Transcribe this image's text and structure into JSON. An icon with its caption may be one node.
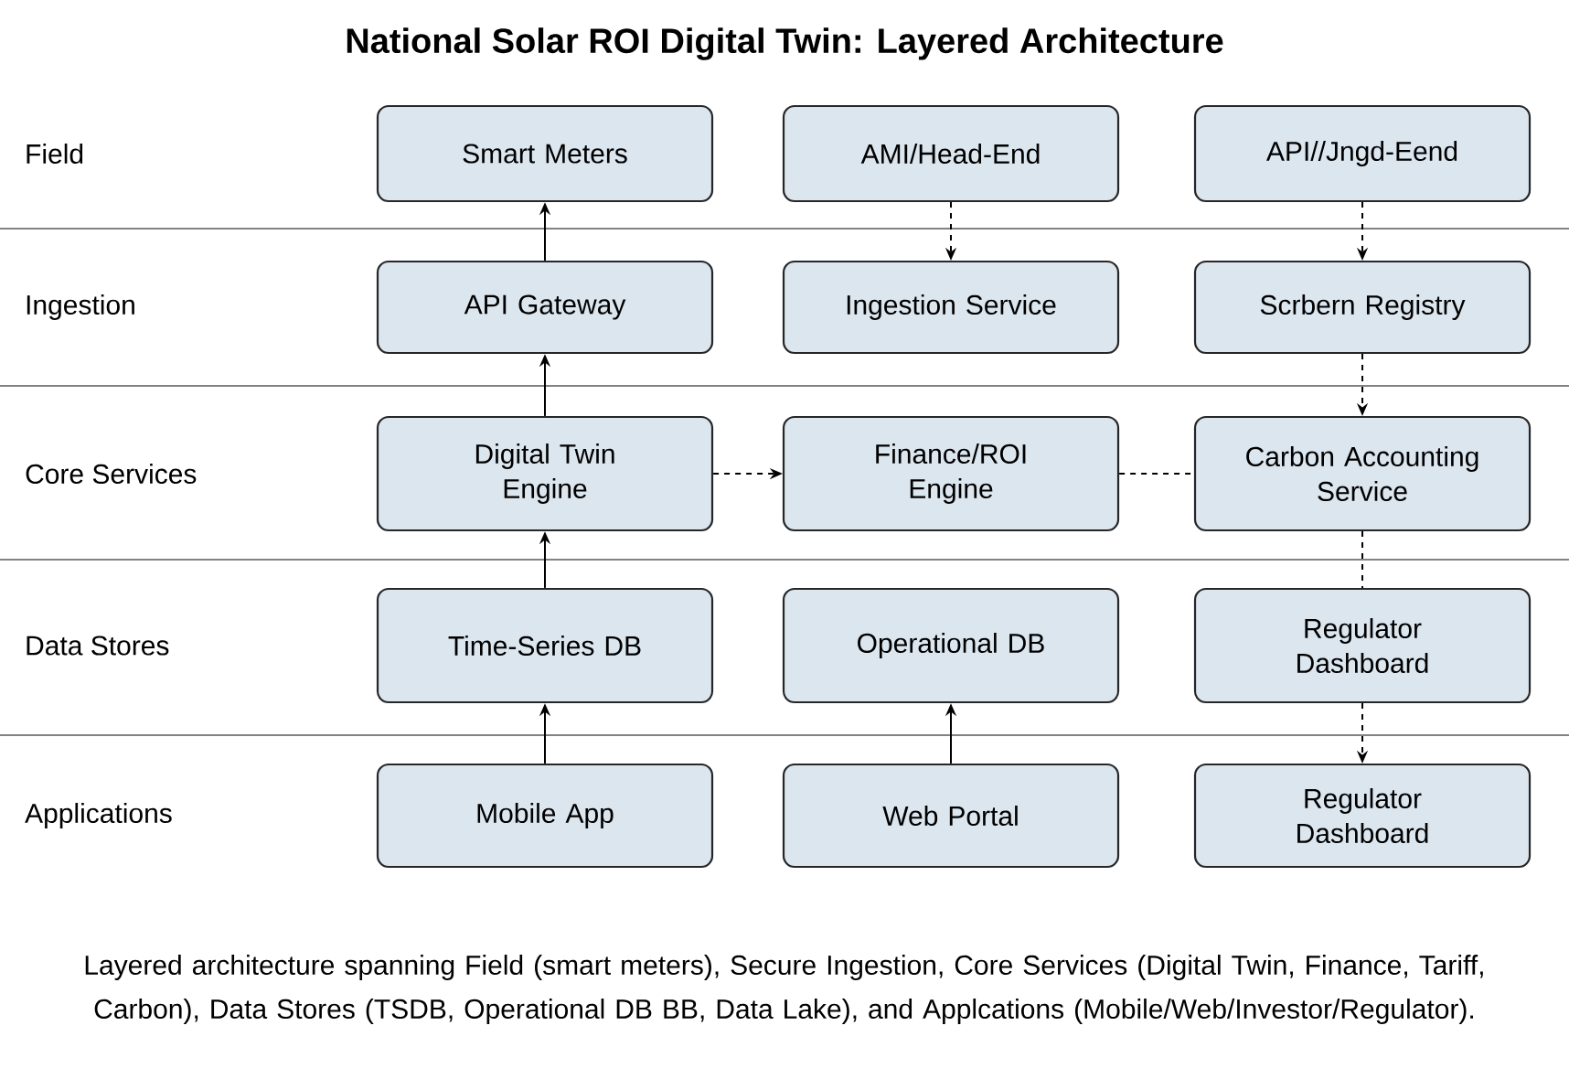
{
  "diagram": {
    "title": "National Solar ROI Digital Twin: Layered Architecture",
    "caption": "Layered architecture spanning Field (smart meters), Secure Ingestion, Core Services (Digital Twin, Finance, Tariff, Carbon), Data Stores (TSDB, Operational DB BB, Data Lake), and Applcations (Mobile/Web/Investor/Regulator).",
    "nodes": [
      {
        "text": [
          "Smart Meters"
        ]
      },
      {
        "text": [
          "AMI/Head-End"
        ]
      },
      {
        "text": [
          "API//Jngd-Eend"
        ]
      },
      {
        "text": [
          "API Gateway"
        ]
      },
      {
        "text": [
          "Ingestion Service"
        ]
      },
      {
        "text": [
          "Scrbern Registry"
        ]
      },
      {
        "text": [
          "Digital Twin Engine"
        ]
      },
      {
        "text": [
          "Finance/ROI Engine"
        ]
      },
      {
        "text": [
          "Carbon Accounting Service"
        ]
      },
      {
        "text": [
          "Time-Series DB"
        ]
      },
      {
        "text": [
          "Operational DB"
        ]
      },
      {
        "text": [
          "Regulator Dashboard"
        ]
      },
      {
        "text": [
          "Mobile App"
        ]
      },
      {
        "text": [
          "Web Portal"
        ]
      },
      {
        "text": [
          "Regulator Dashboard"
        ]
      }
    ],
    "edges": [
      {
        "from": 3,
        "to": 0,
        "arrow": "to"
      },
      {
        "from": 1,
        "to": 4,
        "arrow": "to",
        "style": "dashed"
      },
      {
        "from": 2,
        "to": 5,
        "arrow": "to",
        "style": "dashed"
      },
      {
        "from": 6,
        "to": 3,
        "arrow": "to"
      },
      {
        "from": 5,
        "to": 8,
        "arrow": "to",
        "style": "dashed"
      },
      {
        "from": 6,
        "to": 7,
        "arrow": "to",
        "style": "dashed"
      },
      {
        "from": 7,
        "to": 8,
        "arrow": "none",
        "style": "dashed"
      },
      {
        "from": 9,
        "to": 6,
        "arrow": "to"
      },
      {
        "from": 8,
        "to": 11,
        "arrow": "none",
        "style": "dashed"
      },
      {
        "from": 11,
        "to": 14,
        "arrow": "to",
        "style": "dashed"
      },
      {
        "from": 12,
        "to": 9,
        "arrow": "to"
      },
      {
        "from": 13,
        "to": 10,
        "arrow": "to"
      }
    ],
    "labels": [
      "Field",
      "Ingestion",
      "Core Services",
      "Data Stores",
      "Applications"
    ]
  }
}
